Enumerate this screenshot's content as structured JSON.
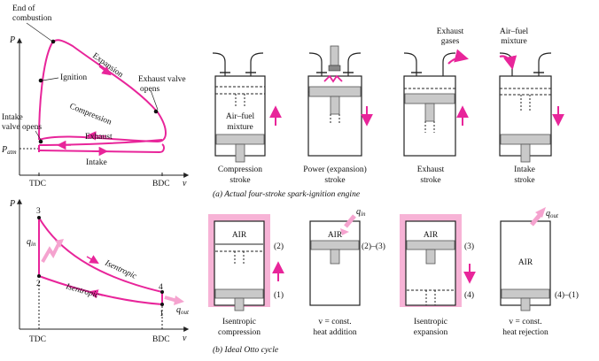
{
  "colors": {
    "accent": "#e8259a",
    "pink_fill": "#f5a3cf",
    "gray": "#c9c9c9",
    "dark": "#222222"
  },
  "pv_actual": {
    "p_axis": "P",
    "v_axis": "v",
    "tdc": "TDC",
    "bdc": "BDC",
    "patm": "P",
    "patm_sub": "atm",
    "end_combustion": [
      "End of",
      "combustion"
    ],
    "ignition": "Ignition",
    "expansion": "Expansion",
    "exhaust_valve": [
      "Exhaust valve",
      "opens"
    ],
    "compression": "Compression",
    "intake_valve": [
      "Intake",
      "valve opens"
    ],
    "exhaust": "Exhaust",
    "intake": "Intake"
  },
  "pv_otto": {
    "p_axis": "P",
    "v_axis": "v",
    "tdc": "TDC",
    "bdc": "BDC",
    "points": [
      "1",
      "2",
      "3",
      "4"
    ],
    "q_in": "q",
    "q_in_sub": "in",
    "q_out": "q",
    "q_out_sub": "out",
    "isentropic_upper": "Isentropic",
    "isentropic_lower": "Isentropic"
  },
  "actual_engine": {
    "strokes": [
      {
        "contents": [
          "Air–fuel",
          "mixture"
        ],
        "caption": [
          "Compression",
          "stroke"
        ]
      },
      {
        "caption": [
          "Power (expansion)",
          "stroke"
        ]
      },
      {
        "top_label": [
          "Exhaust",
          "gases"
        ],
        "caption": [
          "Exhaust",
          "stroke"
        ]
      },
      {
        "top_label": [
          "Air–fuel",
          "mixture"
        ],
        "caption": [
          "Intake",
          "stroke"
        ]
      }
    ],
    "subcaption": "(a) Actual four-stroke spark-ignition engine"
  },
  "otto_cycle": {
    "cylinders": [
      {
        "air": "AIR",
        "labels": [
          "(2)",
          "(1)"
        ],
        "caption": [
          "Isentropic",
          "compression"
        ]
      },
      {
        "air": "AIR",
        "q_label": "q",
        "q_sub": "in",
        "labels": [
          "(2)–(3)"
        ],
        "caption": [
          "v = const.",
          "heat addition"
        ]
      },
      {
        "air": "AIR",
        "labels": [
          "(3)",
          "(4)"
        ],
        "caption": [
          "Isentropic",
          "expansion"
        ]
      },
      {
        "air": "AIR",
        "q_label": "q",
        "q_sub": "out",
        "labels": [
          "(4)–(1)"
        ],
        "caption": [
          "v = const.",
          "heat rejection"
        ]
      }
    ],
    "subcaption": "(b) Ideal Otto cycle"
  }
}
